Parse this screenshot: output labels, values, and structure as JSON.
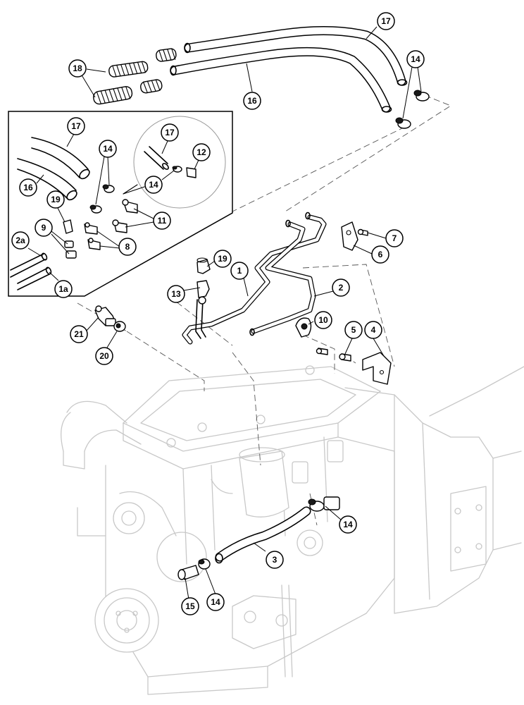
{
  "callouts": {
    "c17_top": "17",
    "c18": "18",
    "c16_top": "16",
    "c14_top": "14",
    "c17_inset": "17",
    "c14_inset_a": "14",
    "c17_detail": "17",
    "c12": "12",
    "c14_detail": "14",
    "c16_inset": "16",
    "c19_inset": "19",
    "c11": "11",
    "c9": "9",
    "c8": "8",
    "c2a": "2a",
    "c1a": "1a",
    "c7": "7",
    "c6": "6",
    "c19": "19",
    "c1": "1",
    "c2": "2",
    "c13": "13",
    "c10": "10",
    "c21": "21",
    "c20": "20",
    "c5": "5",
    "c4": "4",
    "c14_right": "14",
    "c3": "3",
    "c15": "15",
    "c14_bottom": "14"
  }
}
